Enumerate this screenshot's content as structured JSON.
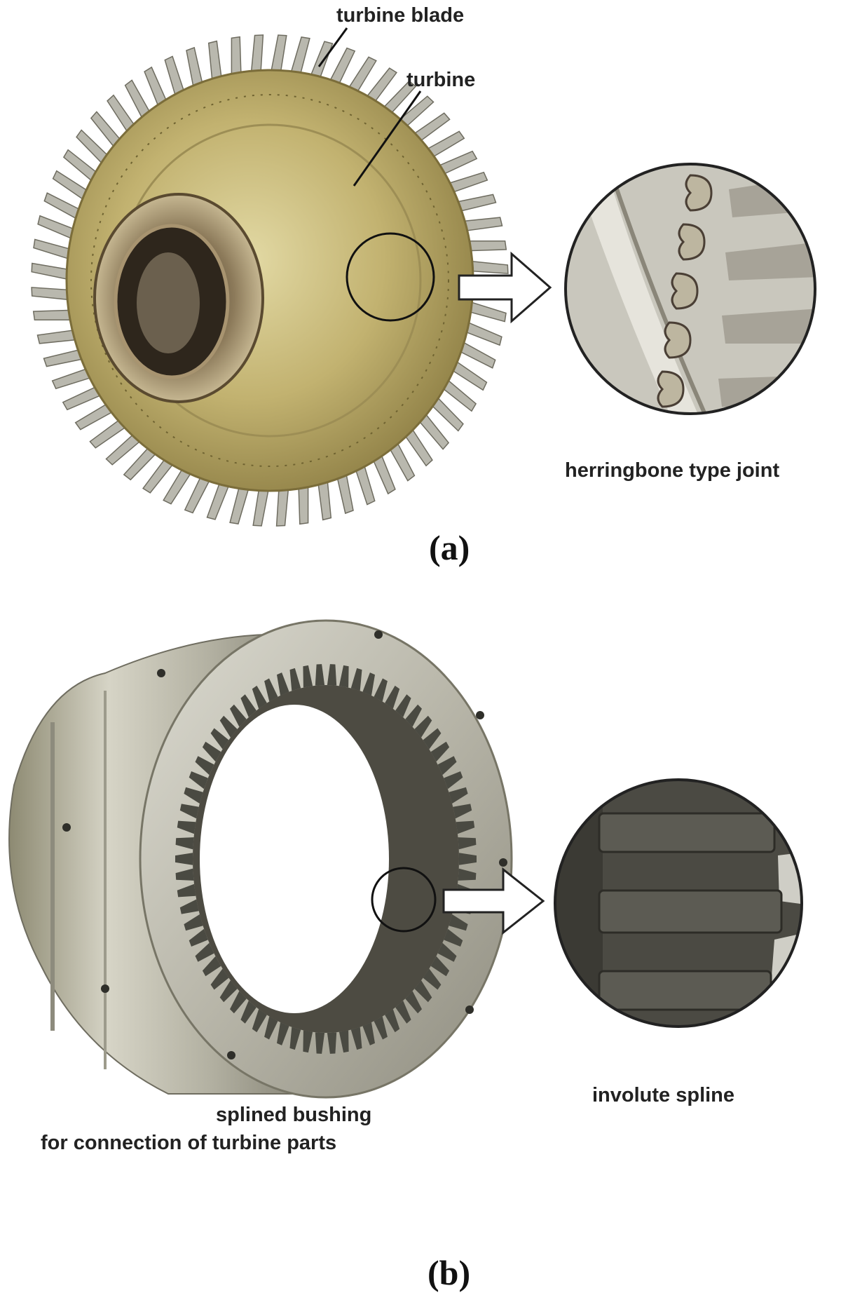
{
  "panel_a": {
    "caption": "(a)",
    "label_turbine_blade": "turbine blade",
    "label_turbine": "turbine",
    "label_joint": "herringbone type joint"
  },
  "panel_b": {
    "caption": "(b)",
    "label_bushing_line1": "splined bushing",
    "label_bushing_line2": "for connection of turbine parts",
    "label_spline": "involute spline"
  },
  "colors": {
    "turbine_gold": "#b7a760",
    "blade_silver": "#b9b8ae",
    "bushing_silver": "#c4c3b8",
    "spline_dark": "#4a4a42"
  }
}
